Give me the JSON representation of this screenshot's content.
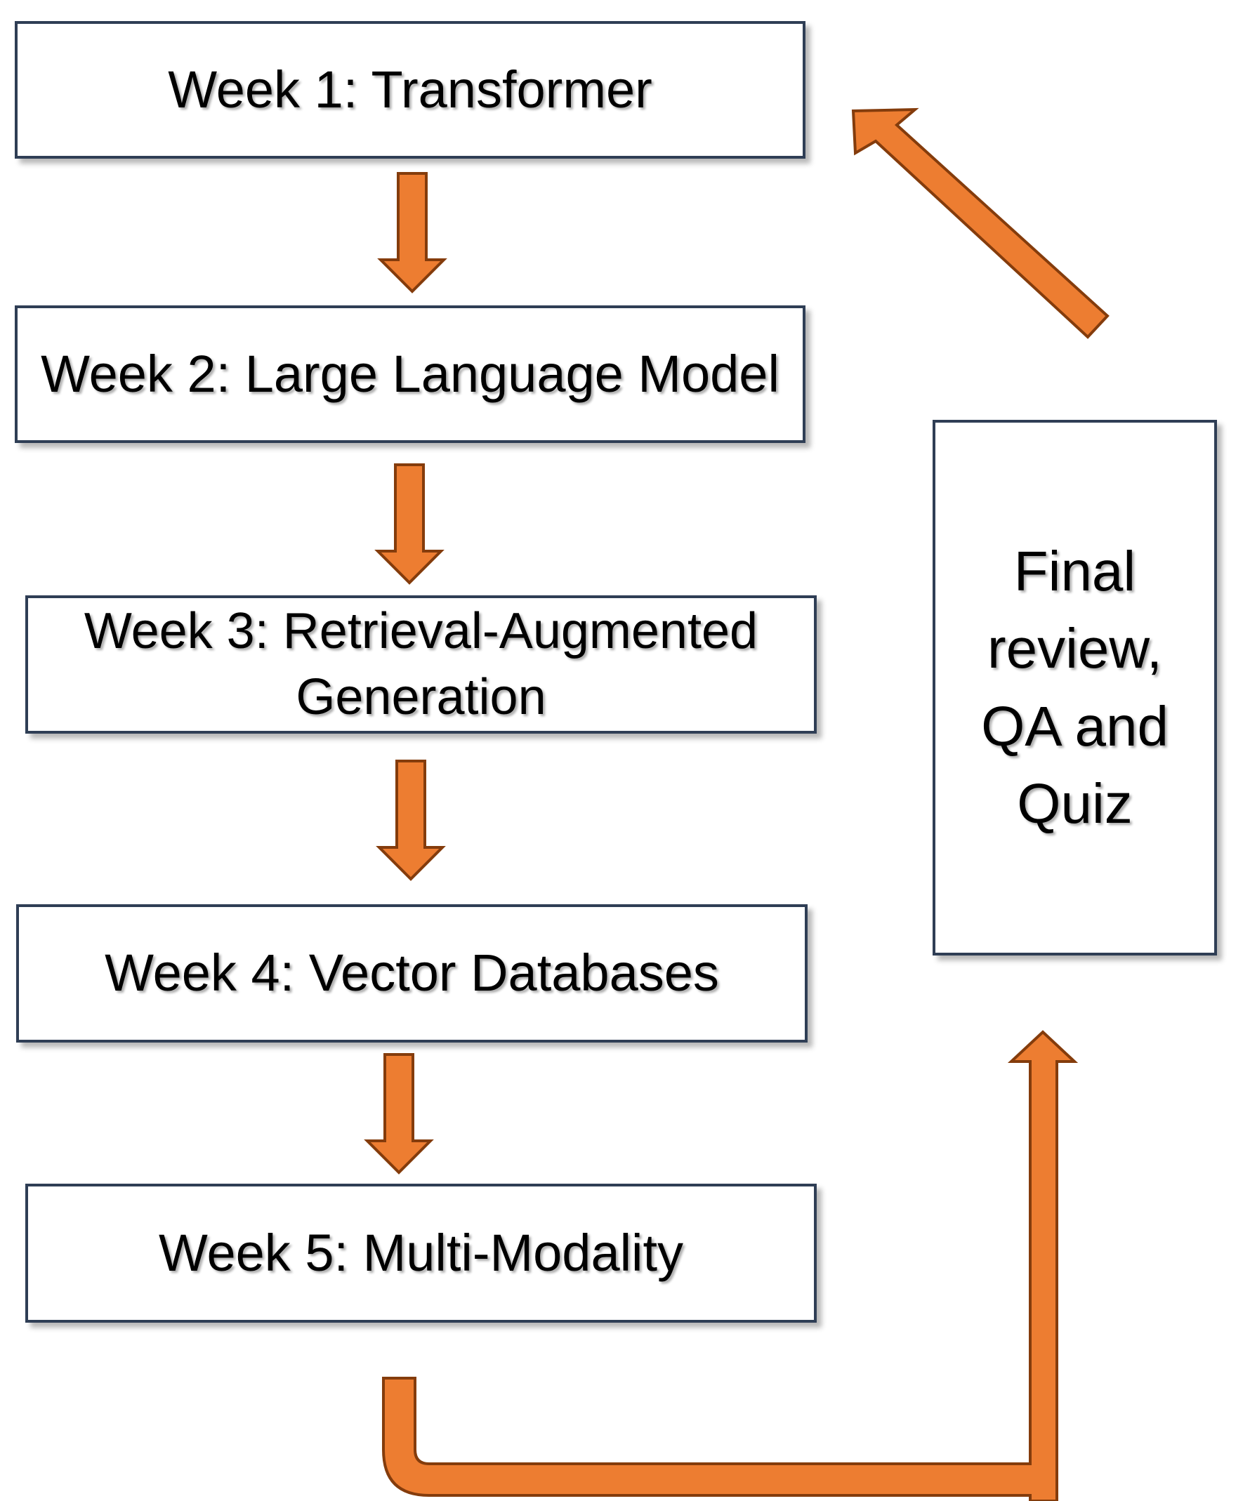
{
  "diagram": {
    "steps": [
      {
        "label": "Week 1: Transformer"
      },
      {
        "label": "Week 2: Large Language Model"
      },
      {
        "label": "Week 3:  Retrieval-Augmented Generation"
      },
      {
        "label": "Week 4:  Vector Databases"
      },
      {
        "label": "Week 5: Multi-Modality"
      }
    ],
    "final": {
      "label": "Final review, QA and Quiz"
    },
    "colors": {
      "arrow_fill": "#ed7d31",
      "arrow_outline": "#843c0c",
      "box_border": "#2f3e55"
    }
  }
}
